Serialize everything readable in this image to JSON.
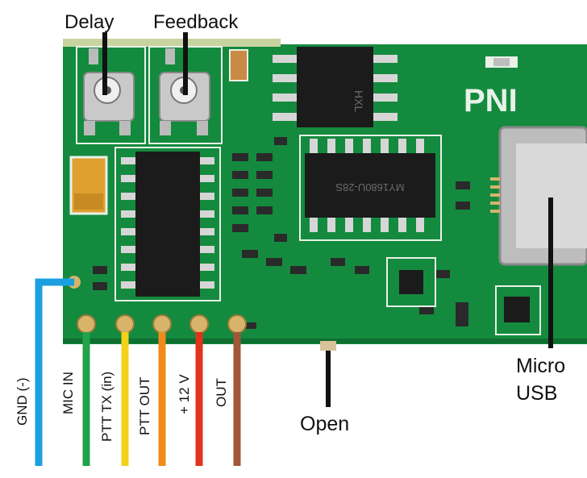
{
  "labels": {
    "delay": "Delay",
    "feedback": "Feedback",
    "open": "Open",
    "micro": "Micro",
    "usb": "USB",
    "brand": "PNI"
  },
  "pins": [
    {
      "key": "gnd",
      "label": "GND (-)",
      "color": "#1aa0e0"
    },
    {
      "key": "mic_in",
      "label": "MIC IN",
      "color": "#22a34a"
    },
    {
      "key": "ptt_tx",
      "label": "PTT TX (in)",
      "color": "#f2d21b"
    },
    {
      "key": "ptt_out",
      "label": "PTT OUT",
      "color": "#f08a1c"
    },
    {
      "key": "plus12v",
      "label": "+ 12 V",
      "color": "#e0341c"
    },
    {
      "key": "out",
      "label": "OUT",
      "color": "#a0573a"
    }
  ],
  "chip_texts": {
    "upper_ic": "HXL",
    "middle_ic": "MY1680U-28S"
  },
  "colors": {
    "pcb": "#148a3e",
    "pcb_dark": "#0f6e31",
    "silkscreen": "#e8f2e8",
    "pad": "#d8b46a",
    "chip": "#1b1b1b",
    "pointer": "#111111"
  }
}
